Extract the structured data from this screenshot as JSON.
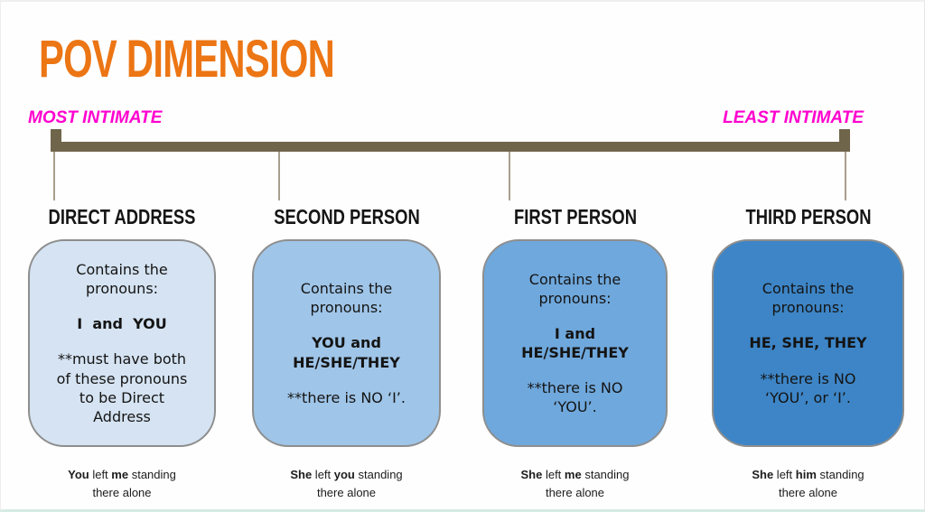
{
  "title": "POV DIMENSION",
  "scale": {
    "left_label": "MOST INTIMATE",
    "right_label": "LEAST INTIMATE"
  },
  "colors": {
    "title_orange": "#ec7514",
    "intimate_magenta": "#ff00cf",
    "scale_bar": "#6f654a",
    "scale_tick": "#a89f8c",
    "card_border": "#8e8e8e",
    "bottom_edge_mint": "#d6ebe3",
    "card_fills": [
      "#d5e3f2",
      "#9fc5e8",
      "#6fa8dc",
      "#3d85c6"
    ]
  },
  "columns": [
    {
      "heading": "DIRECT ADDRESS",
      "fill": "#d5e3f2",
      "intro": "Contains the\npronouns:",
      "pronouns": "I  and  YOU",
      "note": "**must have both\nof these pronouns\nto be Direct\nAddress",
      "example_line1": [
        [
          "You",
          true
        ],
        [
          " left ",
          false
        ],
        [
          "me",
          true
        ],
        [
          " standing",
          false
        ]
      ],
      "example_line2": "there alone"
    },
    {
      "heading": "SECOND PERSON",
      "fill": "#9fc5e8",
      "intro": "Contains the\npronouns:",
      "pronouns": "YOU and\nHE/SHE/THEY",
      "note": "**there is NO ‘I’.",
      "example_line1": [
        [
          "She",
          true
        ],
        [
          " left ",
          false
        ],
        [
          "you",
          true
        ],
        [
          " standing",
          false
        ]
      ],
      "example_line2": "there alone"
    },
    {
      "heading": "FIRST PERSON",
      "fill": "#6fa8dc",
      "intro": "Contains the\npronouns:",
      "pronouns": "I and\nHE/SHE/THEY",
      "note": "**there is NO\n‘YOU’.",
      "example_line1": [
        [
          "She",
          true
        ],
        [
          " left ",
          false
        ],
        [
          "me",
          true
        ],
        [
          " standing",
          false
        ]
      ],
      "example_line2": "there alone"
    },
    {
      "heading": "THIRD PERSON",
      "fill": "#3d85c6",
      "intro": "Contains the\npronouns:",
      "pronouns": "HE, SHE, THEY",
      "note": "**there is NO\n‘YOU’, or ‘I’.",
      "example_line1": [
        [
          "She",
          true
        ],
        [
          " left ",
          false
        ],
        [
          "him",
          true
        ],
        [
          " standing",
          false
        ]
      ],
      "example_line2": "there alone"
    }
  ]
}
